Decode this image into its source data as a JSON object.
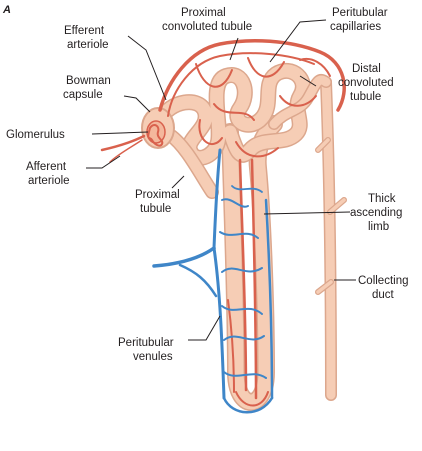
{
  "figure": {
    "panel_letter": "A",
    "labels": {
      "efferent_arteriole": [
        "Efferent",
        "arteriole"
      ],
      "proximal_convoluted_tubule": [
        "Proximal",
        "convoluted tubule"
      ],
      "peritubular_capillaries": [
        "Peritubular",
        "capillaries"
      ],
      "bowman_capsule": [
        "Bowman",
        "capsule"
      ],
      "distal_convoluted_tubule": [
        "Distal",
        "convoluted",
        "tubule"
      ],
      "glomerulus": [
        "Glomerulus"
      ],
      "afferent_arteriole": [
        "Afferent",
        "arteriole"
      ],
      "proximal_tubule": [
        "Proximal",
        "tubule"
      ],
      "thick_ascending_limb": [
        "Thick",
        "ascending",
        "limb"
      ],
      "collecting_duct": [
        "Collecting",
        "duct"
      ],
      "peritubular_venules": [
        "Peritubular",
        "venules"
      ]
    },
    "colors": {
      "tubule_fill": "#f6cdb5",
      "tubule_edge": "#dca78d",
      "artery": "#d9614d",
      "vein": "#3f86c8",
      "label_text": "#231f20"
    }
  }
}
